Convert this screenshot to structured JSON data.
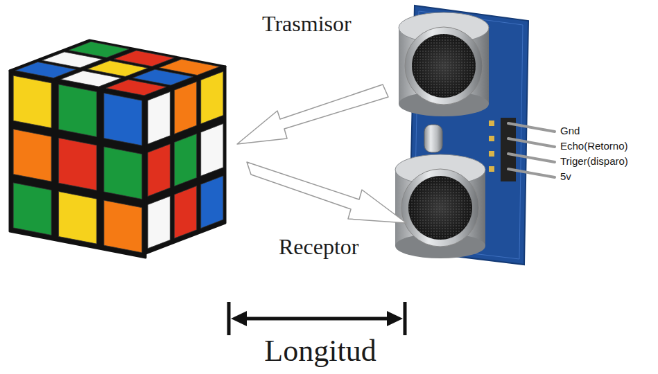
{
  "diagram": {
    "labels": [
      "Trasmisor",
      "Receptor",
      "Gnd",
      "Echo(Retorno)",
      "Triger(disparo)",
      "5v",
      "Longitud"
    ]
  }
}
